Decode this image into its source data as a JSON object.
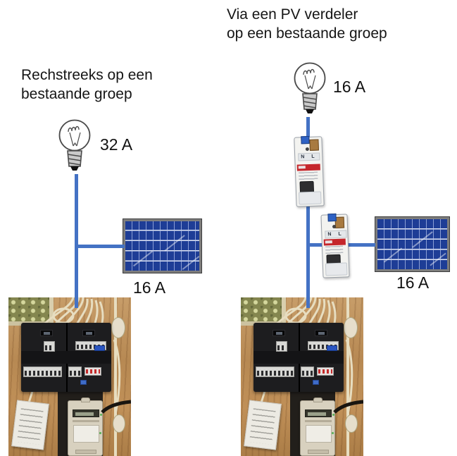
{
  "colors": {
    "wire_blue": "#4472C4",
    "panel_blue": "#1e3d96",
    "panel_frame": "#7d7d7d"
  },
  "left_diagram": {
    "title_line1": "Rechstreeks op een",
    "title_line2": "bestaande groep",
    "bulb_label": "32 A",
    "panel_label": "16 A"
  },
  "right_diagram": {
    "title_line1": "Via een PV verdeler",
    "title_line2": "op een bestaande groep",
    "bulb_label": "16 A",
    "panel_label": "16 A",
    "breaker_terminal_labels": "N L"
  }
}
